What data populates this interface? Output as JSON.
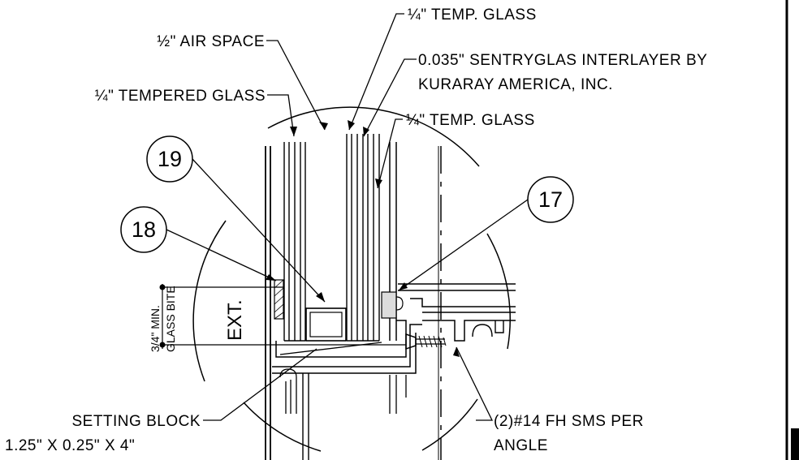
{
  "callouts": {
    "air_space": "½\" AIR SPACE",
    "tempered_glass": "¼\" TEMPERED GLASS",
    "temp_glass_top": "¼\" TEMP. GLASS",
    "interlayer_line1": "0.035\" SENTRYGLAS INTERLAYER BY",
    "interlayer_line2": "KURARAY AMERICA, INC.",
    "temp_glass_inner": "¼\" TEMP. GLASS",
    "setting_block_line1": "SETTING BLOCK",
    "setting_block_line2": "1.25\" X 0.25\" X 4\"",
    "screws_line1": "(2)#14 FH SMS PER",
    "screws_line2": "ANGLE"
  },
  "detail_tags": {
    "tag_19": "19",
    "tag_18": "18",
    "tag_17": "17"
  },
  "exterior_label": "EXT.",
  "glass_bite": {
    "line1": "3/4\" MIN.",
    "line2": "GLASS BITE"
  }
}
